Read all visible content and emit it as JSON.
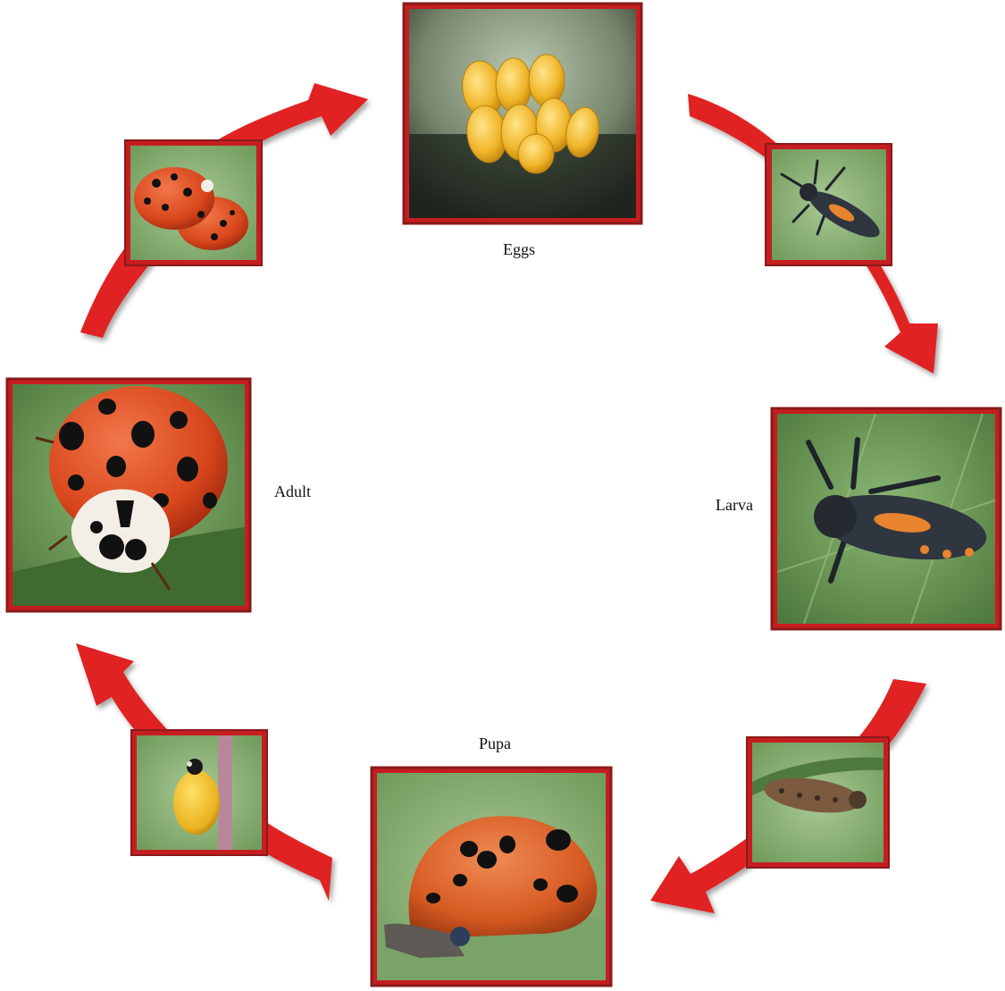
{
  "stages": {
    "eggs": "Eggs",
    "larva": "Larva",
    "pupa": "Pupa",
    "adult": "Adult"
  },
  "colors": {
    "arrow": "#e02020",
    "frame_red": "#cf1d20",
    "frame_dark": "#8a1a1a",
    "leaf_green": "#6e9e58",
    "ladybug_orange": "#e0511d",
    "egg_yellow": "#f5c534",
    "larva_dark": "#2f3640",
    "pupa_yellow": "#f3c52b"
  },
  "icons": {
    "eggs": "egg-cluster-icon",
    "larva": "larva-icon",
    "pupa": "pupa-icon",
    "adult": "ladybug-icon"
  }
}
